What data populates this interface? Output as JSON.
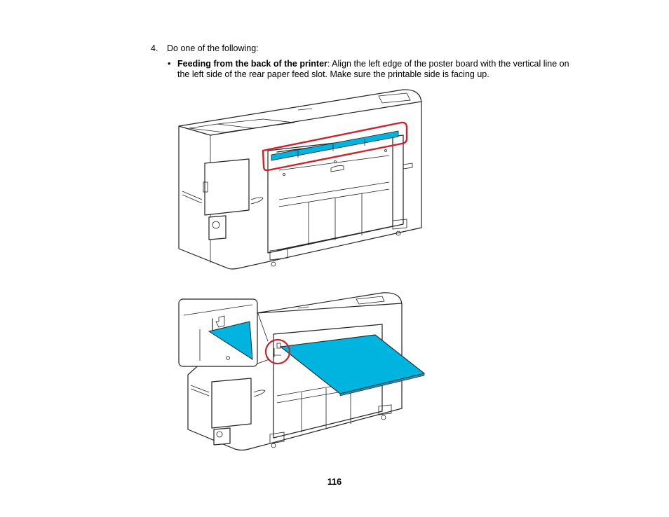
{
  "step": {
    "number": "4.",
    "text": "Do one of the following:"
  },
  "bullet": {
    "marker": "•",
    "bold_lead": "Feeding from the back of the printer",
    "text": ": Align the left edge of the poster board with the vertical line on the left side of the rear paper feed slot. Make sure the printable side is facing up."
  },
  "page_number": "116",
  "colors": {
    "board": "#00b4e0",
    "highlight": "#d1202a"
  }
}
